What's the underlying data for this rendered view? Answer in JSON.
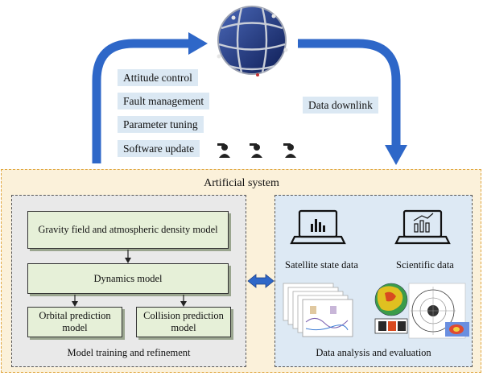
{
  "commands": [
    "Attitude control",
    "Fault management",
    "Parameter tuning",
    "Software update"
  ],
  "downlink_label": "Data downlink",
  "system_title": "Artificial system",
  "left_panel": {
    "box_gravity": "Gravity field and atmospheric density model",
    "box_dynamics": "Dynamics model",
    "box_orbital": "Orbital prediction model",
    "box_collision": "Collision prediction model",
    "caption": "Model training and refinement"
  },
  "right_panel": {
    "satellite_state": "Satellite state data",
    "scientific": "Scientific data",
    "caption": "Data analysis and evaluation"
  },
  "colors": {
    "arrow_blue": "#2e67c8",
    "box_green": "#e6f0d8",
    "panel_blue": "#dde9f4",
    "panel_gray": "#e9e9e9",
    "outer_cream": "#fbf1da",
    "outer_border": "#e0a640"
  }
}
